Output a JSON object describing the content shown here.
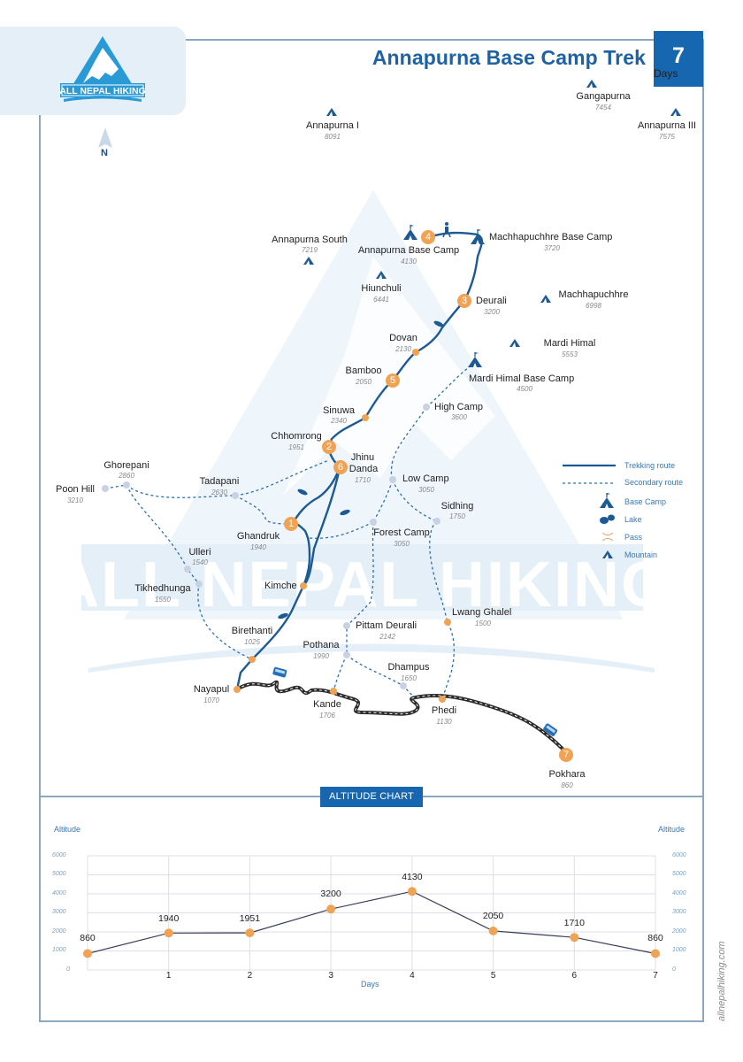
{
  "header": {
    "brand": "ALL NEPAL HIKING",
    "title": "Annapurna Base Camp Trek",
    "days_number": "7",
    "days_label": "Days",
    "north_label": "N"
  },
  "colors": {
    "primary": "#1766b0",
    "route": "#1d5a94",
    "stop": "#f0a354",
    "secondary_point": "#c9d2e3",
    "frame": "#8aa8c0",
    "watermark": "#eaf3fa"
  },
  "mountains": [
    {
      "name": "Annapurna I",
      "alt": "8091"
    },
    {
      "name": "Gangapurna",
      "alt": "7454"
    },
    {
      "name": "Annapurna III",
      "alt": "7575"
    },
    {
      "name": "Annapurna South",
      "alt": "7219"
    },
    {
      "name": "Hiunchuli",
      "alt": "6441"
    },
    {
      "name": "Machhapuchhre",
      "alt": "6998"
    },
    {
      "name": "Mardi Himal",
      "alt": "5553"
    }
  ],
  "base_camps": [
    {
      "name": "Annapurna Base Camp",
      "alt": "4130",
      "day": "4"
    },
    {
      "name": "Machhapuchhre Base Camp",
      "alt": "3720"
    },
    {
      "name": "Mardi Himal Base Camp",
      "alt": "4500"
    }
  ],
  "stops": [
    {
      "name": "Deurali",
      "alt": "3200",
      "day": "3"
    },
    {
      "name": "Dovan",
      "alt": "2130"
    },
    {
      "name": "Bamboo",
      "alt": "2050",
      "day": "5"
    },
    {
      "name": "Sinuwa",
      "alt": "2340"
    },
    {
      "name": "Chhomrong",
      "alt": "1951",
      "day": "2"
    },
    {
      "name_line1": "Jhinu",
      "name_line2": "Danda",
      "alt": "1710",
      "day": "6"
    },
    {
      "name": "Ghandruk",
      "alt": "1940",
      "day": "1"
    },
    {
      "name": "Kimche"
    },
    {
      "name": "Birethanti",
      "alt": "1025"
    },
    {
      "name": "Nayapul",
      "alt": "1070"
    },
    {
      "name": "Kande",
      "alt": "1706"
    },
    {
      "name": "Phedi",
      "alt": "1130"
    },
    {
      "name": "Lwang Ghalel",
      "alt": "1500"
    },
    {
      "name": "Pokhara",
      "alt": "860",
      "day": "7"
    }
  ],
  "secondary_points": [
    {
      "name": "High Camp",
      "alt": "3600"
    },
    {
      "name": "Low Camp",
      "alt": "3050"
    },
    {
      "name": "Sidhing",
      "alt": "1750"
    },
    {
      "name": "Forest Camp",
      "alt": "3050"
    },
    {
      "name": "Ghorepani",
      "alt": "2860"
    },
    {
      "name": "Poon Hill",
      "alt": "3210"
    },
    {
      "name": "Tadapani",
      "alt": "2630"
    },
    {
      "name": "Ulleri",
      "alt": "1540"
    },
    {
      "name": "Tikhedhunga",
      "alt": "1550"
    },
    {
      "name": "Pittam Deurali",
      "alt": "2142"
    },
    {
      "name": "Pothana",
      "alt": "1990"
    },
    {
      "name": "Dhampus",
      "alt": "1650"
    }
  ],
  "legend": [
    {
      "icon": "solid-line",
      "label": "Trekking route"
    },
    {
      "icon": "dashed-line",
      "label": "Secondary route"
    },
    {
      "icon": "base-camp-icon",
      "label": "Base Camp"
    },
    {
      "icon": "lake-icon",
      "label": "Lake"
    },
    {
      "icon": "pass-icon",
      "label": "Pass"
    },
    {
      "icon": "mountain-icon",
      "label": "Mountain"
    }
  ],
  "altitude_chart": {
    "tag": "ALTITUDE CHART",
    "y_title_left": "Altitude",
    "y_title_right": "Altitude",
    "x_title": "Days",
    "y_ticks": [
      "6000",
      "5000",
      "4000",
      "3000",
      "2000",
      "1000",
      "0"
    ],
    "x_ticks": [
      "1",
      "2",
      "3",
      "4",
      "5",
      "6",
      "7"
    ]
  },
  "chart_data": {
    "type": "line",
    "title": "ALTITUDE CHART",
    "xlabel": "Days",
    "ylabel": "Altitude",
    "x": [
      0,
      1,
      2,
      3,
      4,
      5,
      6,
      7
    ],
    "values": [
      860,
      1940,
      1951,
      3200,
      4130,
      2050,
      1710,
      860
    ],
    "data_labels": [
      "860",
      "1940",
      "1951",
      "3200",
      "4130",
      "2050",
      "1710",
      "860"
    ],
    "ylim": [
      0,
      6000
    ],
    "y_ticks": [
      0,
      1000,
      2000,
      3000,
      4000,
      5000,
      6000
    ],
    "x_ticks": [
      1,
      2,
      3,
      4,
      5,
      6,
      7
    ],
    "grid": true,
    "marker_color": "#f0a354",
    "line_color": "#3a3f55"
  },
  "footer": {
    "url": "allnepalhiking.com"
  }
}
